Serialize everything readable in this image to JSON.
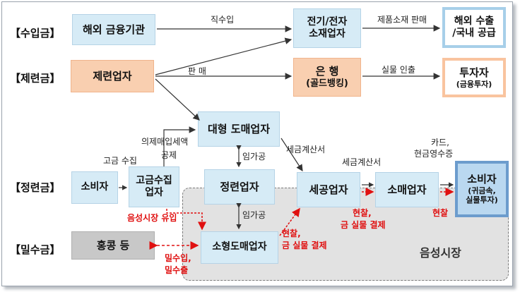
{
  "rows": {
    "import": "【수입금】",
    "refined": "【제련금】",
    "processed": "【정련금】",
    "smuggled": "【밀수금】"
  },
  "boxes": {
    "overseas_finance": "해외 금융기관",
    "electronics_line1": "전기/전자",
    "electronics_line2": "소재업자",
    "export_line1": "해외 수출",
    "export_line2": "/국내 공급",
    "smelter": "제련업자",
    "bank_line1": "은  행",
    "bank_line2": "(골드뱅킹)",
    "investor_line1": "투자자",
    "investor_line2": "(금융투자)",
    "large_wholesaler": "대형 도매업자",
    "consumer": "소비자",
    "collector_line1": "고금수집",
    "collector_line2": "업자",
    "refiner": "정련업자",
    "processor": "세공업자",
    "retailer": "소매업자",
    "end_consumer_line1": "소비자",
    "end_consumer_line2": "(귀금속,",
    "end_consumer_line3": "실물투자)",
    "hongkong": "홍콩 등",
    "small_wholesaler": "소형도매업자"
  },
  "labels": {
    "direct_import": "직수입",
    "product_sale": "제품소재 판매",
    "sale": "판 매",
    "physical_withdrawal": "실물 인출",
    "deemed_purchase_line1": "의제매입세액",
    "deemed_purchase_line2": "공제",
    "gold_collection": "고금 수집",
    "toll_processing_1": "임가공",
    "tax_invoice_1": "세금계산서",
    "tax_invoice_2": "세금계산서",
    "card_line1": "카드,",
    "card_line2": "현금영수증",
    "toll_processing_2": "임가공",
    "underground_inflow": "음성시장 유입",
    "cash_settlement_1_line1": "현찰,",
    "cash_settlement_1_line2": "금 실물 결제",
    "cash_settlement_2_line1": "현찰,",
    "cash_settlement_2_line2": "금 실물 결제",
    "cash_3": "현찰",
    "smuggle_line1": "밀수입,",
    "smuggle_line2": "밀수출"
  },
  "underground_market": "음성시장",
  "colors": {
    "blue_box": "#d6ebf6",
    "blue_border": "#a7cfe9",
    "orange_box": "#f9cfb0",
    "orange_border": "#f9c49f",
    "gray_box": "#c8c8c8",
    "red_arrow": "#e01010"
  }
}
